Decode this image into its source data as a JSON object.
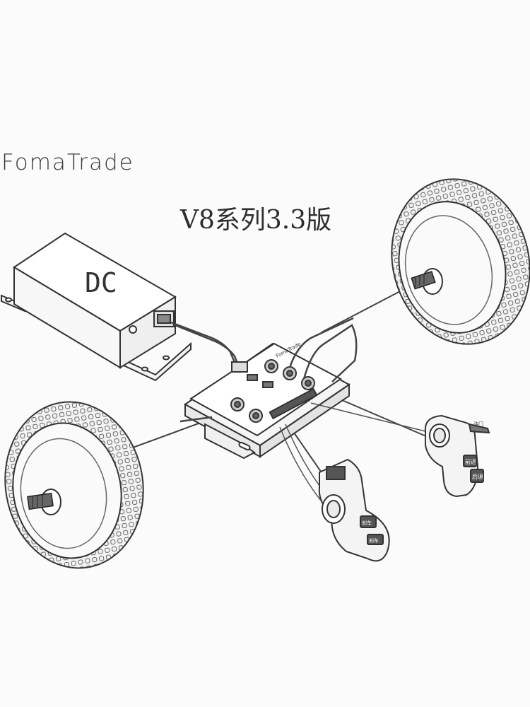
{
  "brand": "FomaTrade",
  "subtitle": "V8系列3.3版",
  "battery_label": "DC",
  "throttle_label": "油门",
  "left_pod_top": "刹车",
  "left_pod_bottom": "刹车",
  "right_pod_top": "前进",
  "right_pod_bottom": "后退",
  "controller_label": "FomaTrade"
}
